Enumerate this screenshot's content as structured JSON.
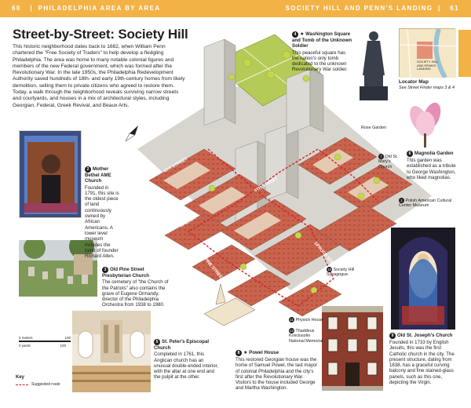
{
  "header": {
    "left_page": "60",
    "left_title": "PHILADELPHIA AREA BY AREA",
    "right_title": "SOCIETY HILL AND PENN'S LANDING",
    "right_page": "61",
    "separator": "|"
  },
  "main": {
    "title": "Street-by-Street: Society Hill",
    "intro": "This historic neighborhood dates back to 1682, when William Penn chartered the \"Free Society of Traders\" to help develop a fledgling Philadelphia. The area was home to many notable colonial figures and members of the new Federal government, which was formed after the Revolutionary War. In the late 1950s, the Philadelphia Redevelopment Authority saved hundreds of 18th- and early 19th-century homes from likely demolition, selling them to private citizens who agreed to restore them. Today, a walk through the neighborhood reveals surviving narrow streets and courtyards, and houses in a mix of architectural styles, including Georgian, Federal, Greek Revival, and Beaux Arts."
  },
  "captions": {
    "mother_bethel": {
      "number": "2",
      "title": "Mother Bethel AME Church",
      "text": "Founded in 1791, this site is the oldest piece of land continuously owned by African Americans. A lower level museum includes the tomb of founder Richard Allen."
    },
    "old_pine": {
      "number": "3",
      "title": "Old Pine Street Presbyterian Church",
      "text": "The cemetery of \"the Church of the Patriots\" also contains the grave of Eugene Ormandy, director of the Philadelphia Orchestra from 1938 to 1980."
    },
    "st_peters": {
      "number": "5",
      "title": "St. Peter's Episcopal Church",
      "text": "Completed in 1761, this Anglican church has an unusual double-ended interior, with the altar at one end and the pulpit at the other."
    },
    "powel_house": {
      "number": "8",
      "title": "★ Powel House",
      "text": "This restored Georgian house was the home of Samuel Powel, the last mayor of colonial Philadelphia and the city's first after the Revolutionary War. Visitors to the house included George and Martha Washington."
    },
    "washington_square": {
      "number": "4",
      "title": "★ Washington Square and Tomb of the Unknown Soldier",
      "text": "This peaceful square has the nation's only tomb dedicated to the unknown Revolutionary War soldier."
    },
    "magnolia": {
      "number": "6",
      "title": "Magnolia Garden",
      "text": "This garden was established as a tribute to George Washington, who liked magnolias."
    },
    "old_st_josephs": {
      "number": "9",
      "title": "Old St. Joseph's Church",
      "text": "Founded in 1733 by English Jesuits, this was the first Catholic church in the city. The present structure, dating from 1838, has a graceful curving balcony and fine stained-glass panels, such as this one, depicting the Virgin."
    }
  },
  "map_labels": {
    "rose_garden": "Rose Garden",
    "old_st_marys_num": "7",
    "old_st_marys": "Old St. Mary's Church",
    "polish_num": "1",
    "polish": "Polish American Cultural Center Museum",
    "society_hill_num": "10",
    "society_hill": "Society Hill Synagogue",
    "physick_num": "11",
    "physick": "Physick House",
    "kosciuszko_num": "12",
    "kosciuszko": "Thaddeus Kosciuszko National Memorial",
    "street_4th": "4TH STREET",
    "street_5th": "5TH STREET",
    "street_pine": "PINE STREET",
    "street_spruce": "SPRUCE STREET",
    "street_walnut": "WALNUT"
  },
  "locator": {
    "map_label": "SOCIETY HILL AND PENN'S LANDING",
    "title": "Locator Map",
    "subtitle": "See Street Finder maps 3 & 4"
  },
  "scale": {
    "meters_label": "0 meters",
    "meters_value": "100",
    "yards_label": "0 yards",
    "yards_value": "100"
  },
  "key": {
    "title": "Key",
    "route_label": "Suggested route"
  },
  "colors": {
    "header": "#f3b245",
    "route": "#d0242b",
    "brick": "#c8634d",
    "roof": "#e8d6bd",
    "grass": "#bcd25a"
  }
}
